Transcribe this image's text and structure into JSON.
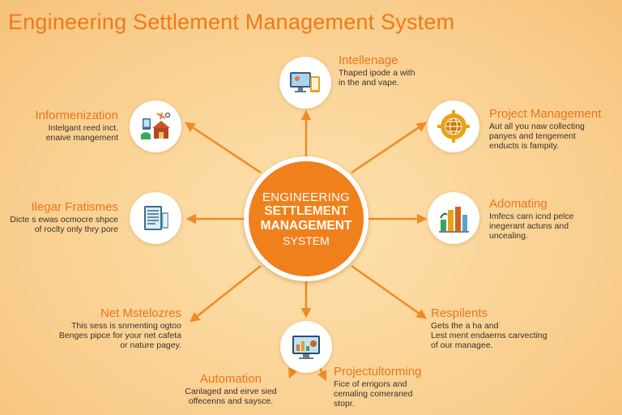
{
  "title": "Engineering Settlement Management System",
  "hub": {
    "line1": "ENGINEERING",
    "line2": "SETTLEMENT",
    "line3": "MANAGEMENT",
    "line4": "SYSTEM"
  },
  "nodes": {
    "intellenage": {
      "title": "Intellenage",
      "desc": [
        "Thaped ipode a with",
        "in the and vape."
      ]
    },
    "project_management": {
      "title": "Project Management",
      "desc": [
        "Aut all you naw collecting",
        "panyes and tengement",
        "enducts is fampity."
      ]
    },
    "adomating": {
      "title": "Adomating",
      "desc": [
        "Imfecs carn icnd pelce",
        "inegerant actuns and",
        "uncealing."
      ]
    },
    "respilents": {
      "title": "Respilents",
      "desc": [
        "Gets the a ha and",
        "Lest ment endaerns carvecting",
        "of our managee."
      ]
    },
    "projectultorming": {
      "title": "Projectultorming",
      "desc": [
        "Fice of errigors and",
        "cemaling comeraned",
        "stopr."
      ]
    },
    "automation": {
      "title": "Automation",
      "desc": [
        "Canlaged and eirve sied",
        "offecenns and saysce."
      ]
    },
    "net_mstelozres": {
      "title": "Net Mstelozres",
      "desc": [
        "This sess is snrnenting ogtoo",
        "Benges pipce for your net cafeta",
        "or nature pagey."
      ]
    },
    "ilegar_fratismes": {
      "title": "Ilegar Fratismes",
      "desc": [
        "Dicte s ewas ocmocre shpce",
        "of roclty only thry pore"
      ]
    },
    "informenization": {
      "title": "Informenization",
      "desc": [
        "Intelgant reed inct.",
        "enaive mangement"
      ]
    }
  },
  "colors": {
    "accent": "#ef7a16",
    "hub_fill": "#f0801b",
    "connector": "#f08a24",
    "background": "#fbd79e"
  }
}
